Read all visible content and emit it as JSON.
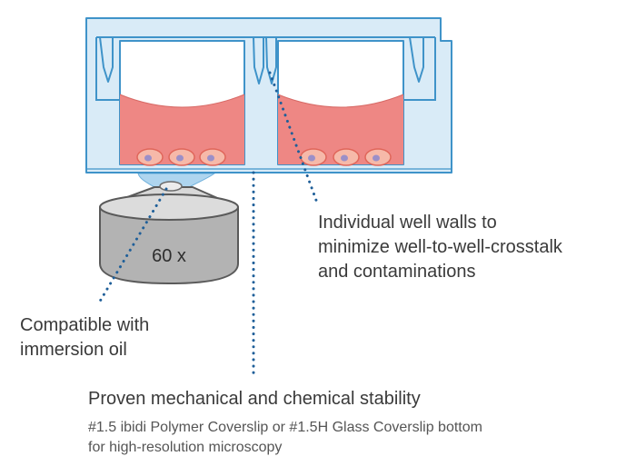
{
  "objective": {
    "label": "60 x"
  },
  "labels": {
    "well_walls": {
      "lines": [
        "Individual well walls to",
        "minimize well-to-well-crosstalk",
        "and contaminations"
      ]
    },
    "immersion_oil": {
      "lines": [
        "Compatible with",
        "immersion oil"
      ]
    },
    "stability": {
      "title": "Proven mechanical and chemical stability",
      "detail_lines": [
        "#1.5 ibidi Polymer Coverslip or #1.5H Glass Coverslip bottom",
        "for high-resolution microscopy"
      ]
    }
  },
  "colors": {
    "plastic_fill": "#d9ebf7",
    "plastic_stroke": "#3f93c9",
    "medium": "#ee8784",
    "cell_fill": "#f6b9a9",
    "cell_stroke": "#e0665a",
    "nucleus": "#9b8fc8",
    "objective_body": "#b3b3b3",
    "objective_top": "#d8d8d8",
    "leader_line": "#1f5f99",
    "oil": "#aed5ef"
  }
}
